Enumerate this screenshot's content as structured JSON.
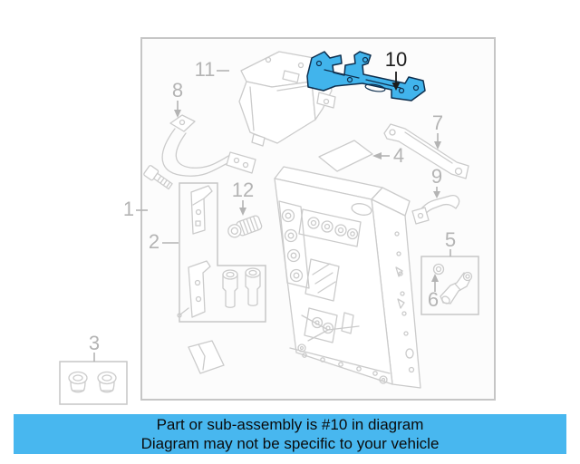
{
  "colors": {
    "highlight_fill": "#41b4ec",
    "highlight_outline": "#0e2f4e",
    "line_art": "#cbcbcb",
    "frame_border": "#c6c6c6",
    "label_gray": "#b4b4b4",
    "label_black": "#1c1c1c",
    "banner_bg": "#48b7ef",
    "banner_text": "#0b0b0b"
  },
  "diagram": {
    "type": "exploded-parts-diagram",
    "highlighted_part_number": "10",
    "labels": [
      {
        "part": 1,
        "text": "1",
        "highlighted": false
      },
      {
        "part": 2,
        "text": "2",
        "highlighted": false
      },
      {
        "part": 3,
        "text": "3",
        "highlighted": false
      },
      {
        "part": 4,
        "text": "4",
        "highlighted": false
      },
      {
        "part": 5,
        "text": "5",
        "highlighted": false
      },
      {
        "part": 6,
        "text": "6",
        "highlighted": false
      },
      {
        "part": 7,
        "text": "7",
        "highlighted": false
      },
      {
        "part": 8,
        "text": "8",
        "highlighted": false
      },
      {
        "part": 9,
        "text": "9",
        "highlighted": false
      },
      {
        "part": 10,
        "text": "10",
        "highlighted": true
      },
      {
        "part": 11,
        "text": "11",
        "highlighted": false
      },
      {
        "part": 12,
        "text": "12",
        "highlighted": false
      }
    ]
  },
  "banner": {
    "line1": "Part or sub-assembly is #10 in diagram",
    "line2": "Diagram may not be specific to your vehicle"
  }
}
